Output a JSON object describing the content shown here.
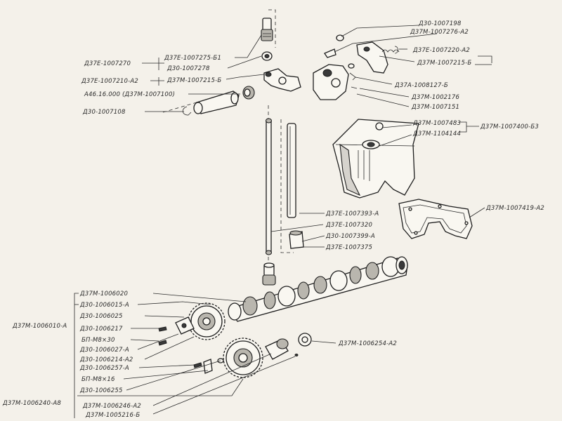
{
  "labels": {
    "d30_1007198": "Д30-1007198",
    "d37m_1007276_a2": "Д37М-1007276-А2",
    "d37e_1007220_a2": "Д37Е-1007220-А2",
    "d37m_1007215_b_right": "Д37М-1007215-Б",
    "d37a_1008127_b": "Д37А-1008127-Б",
    "d37m_1002176": "Д37М-1002176",
    "d37m_1007151": "Д37М-1007151",
    "d37e_1007270": "Д37Е-1007270",
    "d37e_1007275_b1": "Д37Е-1007275-Б1",
    "d30_1007278": "Д30-1007278",
    "d37e_1007210_a2": "Д37Е-1007210-А2",
    "d37m_1007215_b_left": "Д37М-1007215-Б",
    "a46_16_000": "А46.16.000 (Д37М-1007100)",
    "d30_1007108": "Д30-1007108",
    "d37m_1007483": "Д37М-1007483",
    "d37m_1104144": "Д37М-1104144",
    "d37m_1007400_b3": "Д37М-1007400-Б3",
    "d37m_1007419_a2": "Д37М-1007419-А2",
    "d37e_1007393_a": "Д37Е-1007393-А",
    "d37e_1007320": "Д37Е-1007320",
    "d30_1007399_a": "Д30-1007399-А",
    "d37e_1007375": "Д37Е-1007375",
    "d37m_1006020": "Д37М-1006020",
    "d30_1006015_a": "Д30-1006015-А",
    "d30_1006025": "Д30-1006025",
    "d37m_1006010_a": "Д37М-1006010-А",
    "d30_1006217": "Д30-1006217",
    "bp_m8x30": "БП-М8×30",
    "d30_1006027_a": "Д30-1006027-А",
    "d30_1006214_a2": "Д30-1006214-А2",
    "d30_1006257_a": "Д30-1006257-А",
    "bp_m8x16": "БП-М8×16",
    "d30_1006255": "Д30-1006255",
    "d37m_1006240_a8": "Д37М-1006240-А8",
    "d37m_1006246_a2": "Д37М-1006246-А2",
    "d37m_1006216_b": "Д37М-1005216-Б",
    "d37m_1006254_a2": "Д37М-1006254-А2"
  }
}
